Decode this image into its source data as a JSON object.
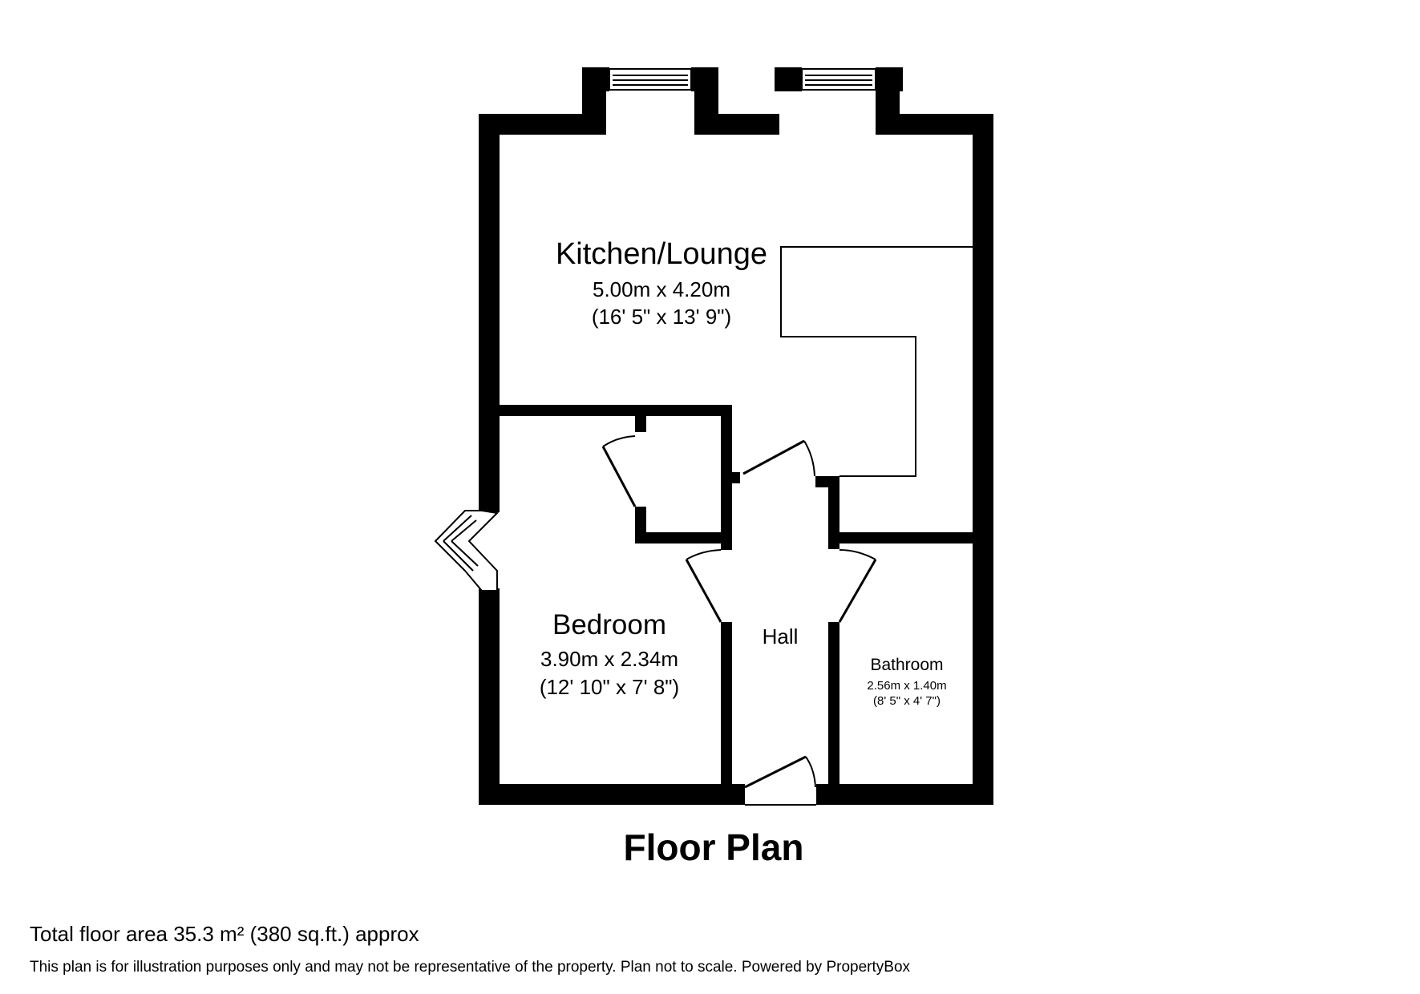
{
  "plan": {
    "title": "Floor Plan",
    "rooms": [
      {
        "name": "Kitchen/Lounge",
        "metric": "5.00m x 4.20m",
        "imperial": "(16' 5\" x 13' 9\")"
      },
      {
        "name": "Bedroom",
        "metric": "3.90m x 2.34m",
        "imperial": "(12' 10\" x 7' 8\")"
      },
      {
        "name": "Hall"
      },
      {
        "name": "Bathroom",
        "metric": "2.56m x 1.40m",
        "imperial": "(8' 5\" x 4' 7\")"
      }
    ]
  },
  "footer": {
    "total_area": "Total floor area 35.3 m² (380 sq.ft.) approx",
    "disclaimer": "This plan is for illustration purposes only and may not be representative of the property. Plan not to scale. Powered by PropertyBox"
  },
  "colors": {
    "wall": "#000000",
    "background": "#ffffff"
  }
}
